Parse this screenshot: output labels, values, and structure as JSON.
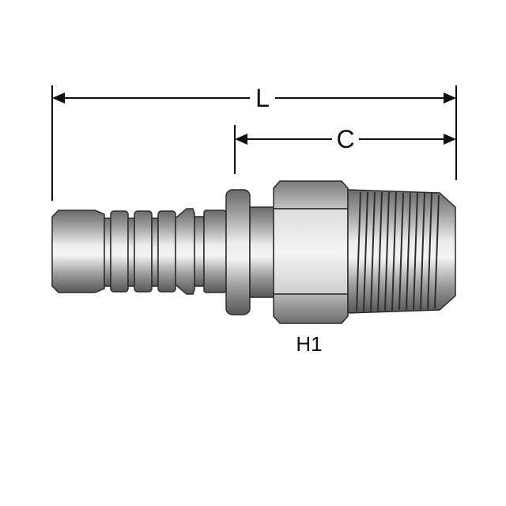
{
  "dimensions": {
    "overall_length_label": "L",
    "cut_length_label": "C"
  },
  "callouts": {
    "hex_label": "H1"
  },
  "colors": {
    "background": "#ffffff",
    "line": "#111111",
    "metal_dark": "#5e5e5e",
    "metal_mid": "#a9a9a9",
    "metal_light": "#e9e9e9",
    "outline": "#2b2b2b"
  }
}
